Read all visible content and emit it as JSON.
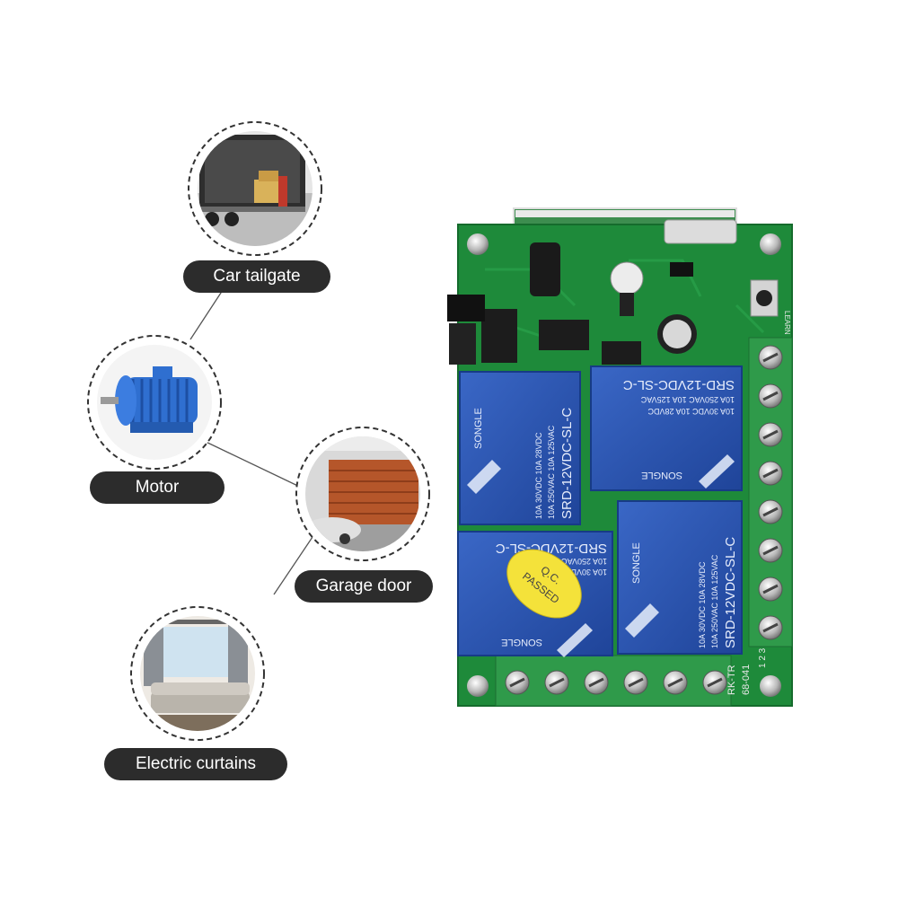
{
  "applications": [
    {
      "key": "tailgate",
      "label": "Car tailgate",
      "icon": "truck-loading-icon"
    },
    {
      "key": "motor",
      "label": "Motor",
      "icon": "electric-motor-icon"
    },
    {
      "key": "garage",
      "label": "Garage door",
      "icon": "garage-door-icon"
    },
    {
      "key": "curtains",
      "label": "Electric curtains",
      "icon": "living-room-curtains-icon"
    }
  ],
  "relay_board": {
    "relay_top_text": [
      "SRD-12VDC-SL-C",
      "10A 250VAC  10A 125VAC",
      "10A 30VDC  10A 28VDC"
    ],
    "brand": "SONGLE",
    "qc_sticker": [
      "Q.C.",
      "PASSED"
    ],
    "pcb_marks": [
      "LEARN",
      "RK-TR",
      "68-041",
      "1 2 3"
    ]
  },
  "colors": {
    "pcb_green": "#1e8a3a",
    "relay_blue": "#2a55b0",
    "terminal_green": "#2f9a4a",
    "pill_bg": "#2c2c2c",
    "sticker_yellow": "#f4e23a"
  }
}
